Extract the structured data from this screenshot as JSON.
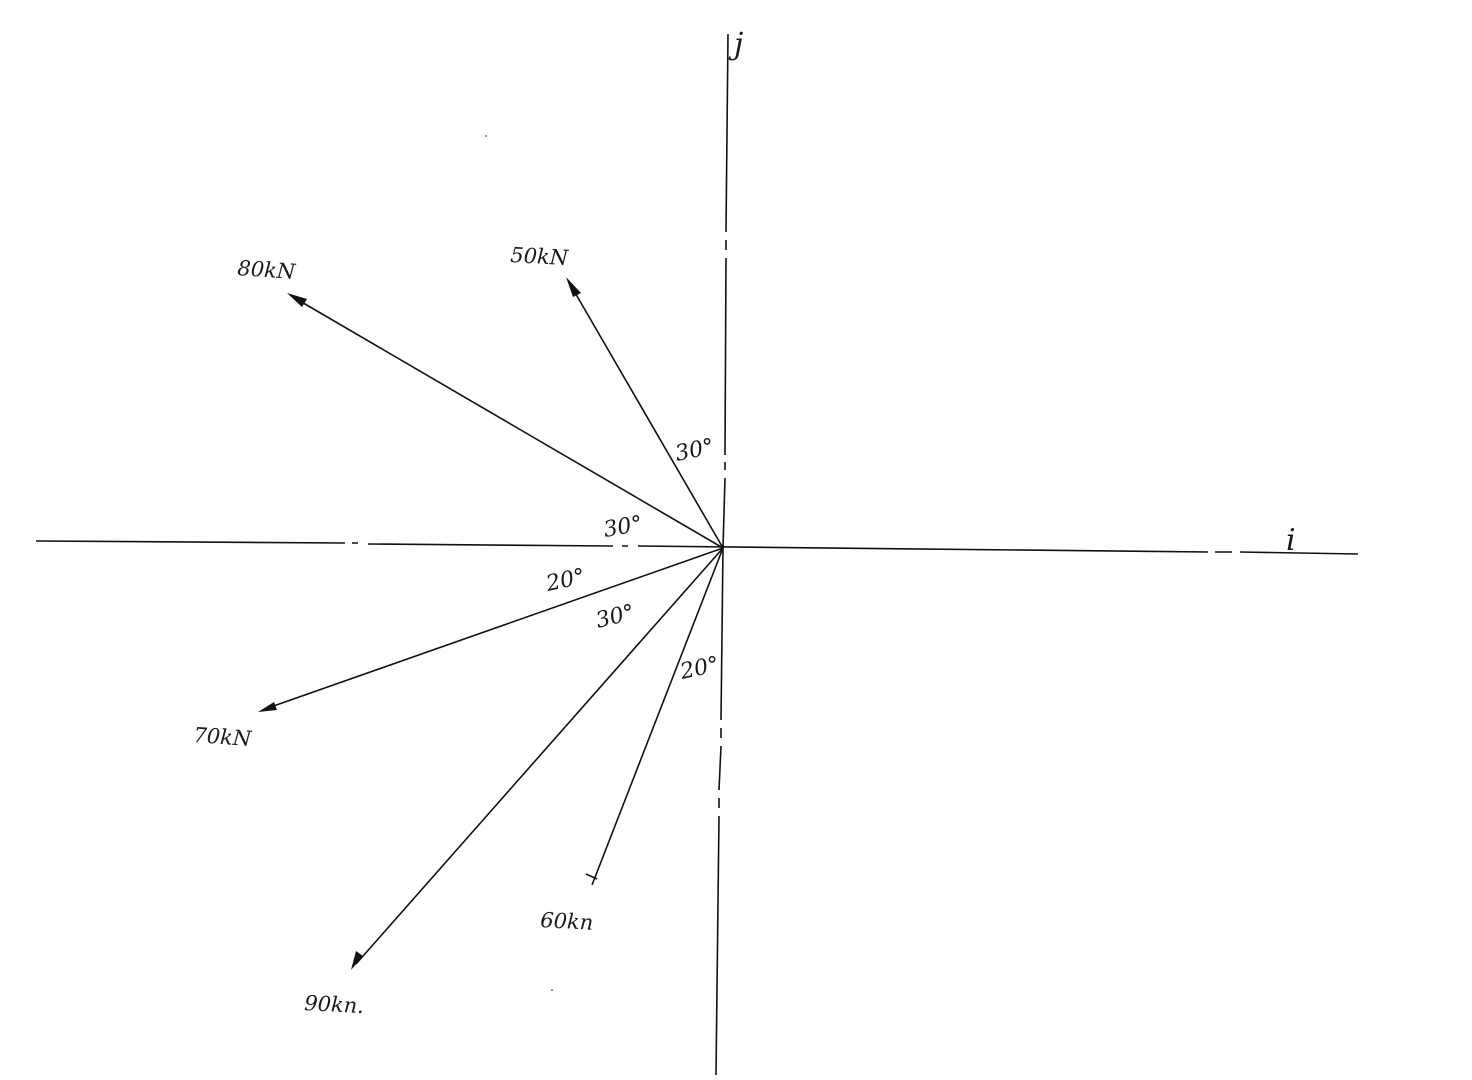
{
  "axes": {
    "x_label": "i",
    "y_label": "j"
  },
  "forces": [
    {
      "id": "f80",
      "label": "80kN",
      "magnitude": 80
    },
    {
      "id": "f50",
      "label": "50kN",
      "magnitude": 50
    },
    {
      "id": "f70",
      "label": "70kN",
      "magnitude": 70
    },
    {
      "id": "f90",
      "label": "90kn.",
      "magnitude": 90
    },
    {
      "id": "f60",
      "label": "60kn",
      "magnitude": 60
    }
  ],
  "angles": [
    {
      "id": "a1",
      "label": "30°",
      "between": "50kN and j-axis"
    },
    {
      "id": "a2",
      "label": "30°",
      "between": "80kN and negative i-axis"
    },
    {
      "id": "a3",
      "label": "20°",
      "between": "70kN and negative i-axis"
    },
    {
      "id": "a4",
      "label": "30°",
      "between": "70kN and 90kn."
    },
    {
      "id": "a5",
      "label": "20°",
      "between": "60kn and negative j-axis"
    }
  ]
}
